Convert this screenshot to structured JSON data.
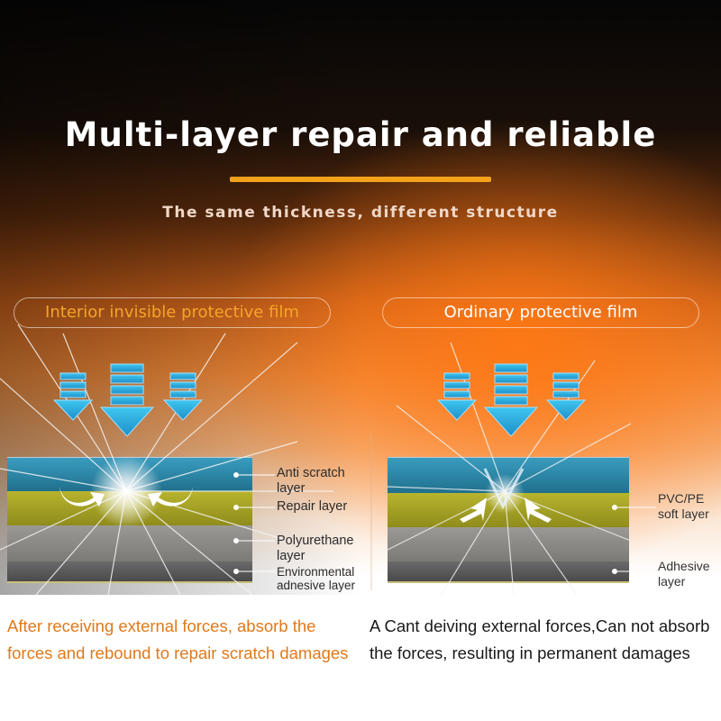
{
  "title": "Multi-layer repair and reliable",
  "subtitle": "The same thickness, different structure",
  "left_panel": {
    "heading": "Interior invisible protective film",
    "layers": [
      {
        "label": "Anti scratch layer",
        "color": "#2a86a6"
      },
      {
        "label": "Repair layer",
        "color": "#a9a624"
      },
      {
        "label": "Polyurethane layer",
        "color": "#8c8a86"
      },
      {
        "label": "Environmental adnesive layer",
        "color": "#5c5c5c"
      }
    ],
    "description": "After receiving external forces, absorb the forces and rebound to repair scratch damages"
  },
  "right_panel": {
    "heading": "Ordinary protective film",
    "layers": [
      {
        "label": "",
        "color": "#2a86a6"
      },
      {
        "label": "PVC/PE soft layer",
        "color": "#a9a624"
      },
      {
        "label": "",
        "color": "#8c8a86"
      },
      {
        "label": "Adhesive layer",
        "color": "#5c5c5c"
      }
    ],
    "description": "A Cant deiving external forces,Can not absorb the forces, resulting in permanent damages"
  },
  "colors": {
    "accent_orange": "#f3a21a",
    "arrow_blue": "#2bb4e6",
    "left_desc": "#e0791a"
  },
  "icons": [
    "down-arrow-icon",
    "rebound-arrow-icon",
    "outward-arrow-icon",
    "crack-burst-icon"
  ]
}
